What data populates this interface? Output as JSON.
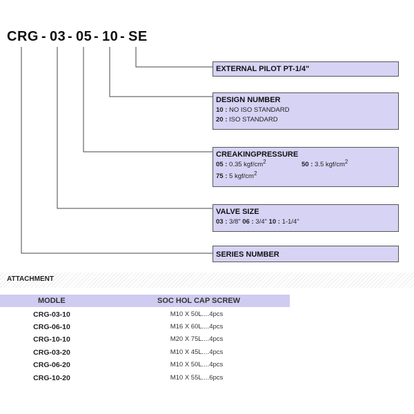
{
  "model_code": {
    "series": "CRG",
    "sep1": "-",
    "size": "03",
    "sep2": "-",
    "pressure": "05",
    "sep3": "-",
    "design": "10",
    "sep4": "-",
    "suffix": "SE"
  },
  "boxes": {
    "external_pilot": {
      "title": "EXTERNAL PILOT PT-1/4\""
    },
    "design_number": {
      "title": "DESIGN NUMBER",
      "rows": [
        {
          "code": "10",
          "sep": " : ",
          "text": "NO ISO STANDARD"
        },
        {
          "code": "20",
          "sep": " : ",
          "text": "ISO STANDARD"
        }
      ]
    },
    "cracking_pressure": {
      "title": "CREAKINGPRESSURE",
      "items": [
        {
          "code": "05",
          "sep": " : ",
          "text": "0.35 kgf/cm",
          "sup": "2"
        },
        {
          "code": "50",
          "sep": " : ",
          "text": "3.5 kgf/cm",
          "sup": "2"
        },
        {
          "code": "75",
          "sep": " : ",
          "text": "5 kgf/cm",
          "sup": "2"
        }
      ]
    },
    "valve_size": {
      "title": "VALVE SIZE",
      "items": [
        {
          "code": "03",
          "sep": " : ",
          "text": "3/8\""
        },
        {
          "code": "06",
          "sep": " : ",
          "text": "3/4\""
        },
        {
          "code": "10",
          "sep": " : ",
          "text": "1-1/4\""
        }
      ]
    },
    "series_number": {
      "title": "SERIES NUMBER"
    }
  },
  "attachment": {
    "title": "ATTACHMENT",
    "headers": {
      "model": "MODLE",
      "screw": "SOC HOL CAP SCREW"
    },
    "rows": [
      {
        "model": "CRG-03-10",
        "screw": "M10 X 50L....4pcs"
      },
      {
        "model": "CRG-06-10",
        "screw": "M16 X 60L....4pcs"
      },
      {
        "model": "CRG-10-10",
        "screw": "M20 X 75L....4pcs"
      },
      {
        "model": "CRG-03-20",
        "screw": "M10 X 45L....4pcs"
      },
      {
        "model": "CRG-06-20",
        "screw": "M10 X 50L....4pcs"
      },
      {
        "model": "CRG-10-20",
        "screw": "M10 X 55L....6pcs"
      }
    ]
  }
}
